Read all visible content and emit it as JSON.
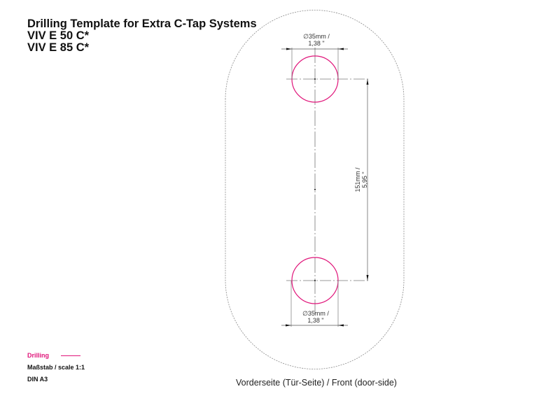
{
  "title": {
    "line1": "Drilling Template for Extra C-Tap Systems",
    "line2": "VIV E 50 C*",
    "line3": "VIV E 85 C*"
  },
  "legend": {
    "drilling_label": "Drilling",
    "drilling_color": "#e0157a",
    "scale": "Maßstab / scale 1:1",
    "paper": "DIN A3"
  },
  "caption": "Vorderseite (Tür-Seite) / Front (door-side)",
  "dimensions": {
    "top_hole": {
      "line1": "∅35mm /",
      "line2": "1,38 \""
    },
    "bottom_hole": {
      "line1": "∅35mm /",
      "line2": "1,38 \""
    },
    "spacing": {
      "line1": "151mm /",
      "line2": "5,95 \""
    }
  }
}
